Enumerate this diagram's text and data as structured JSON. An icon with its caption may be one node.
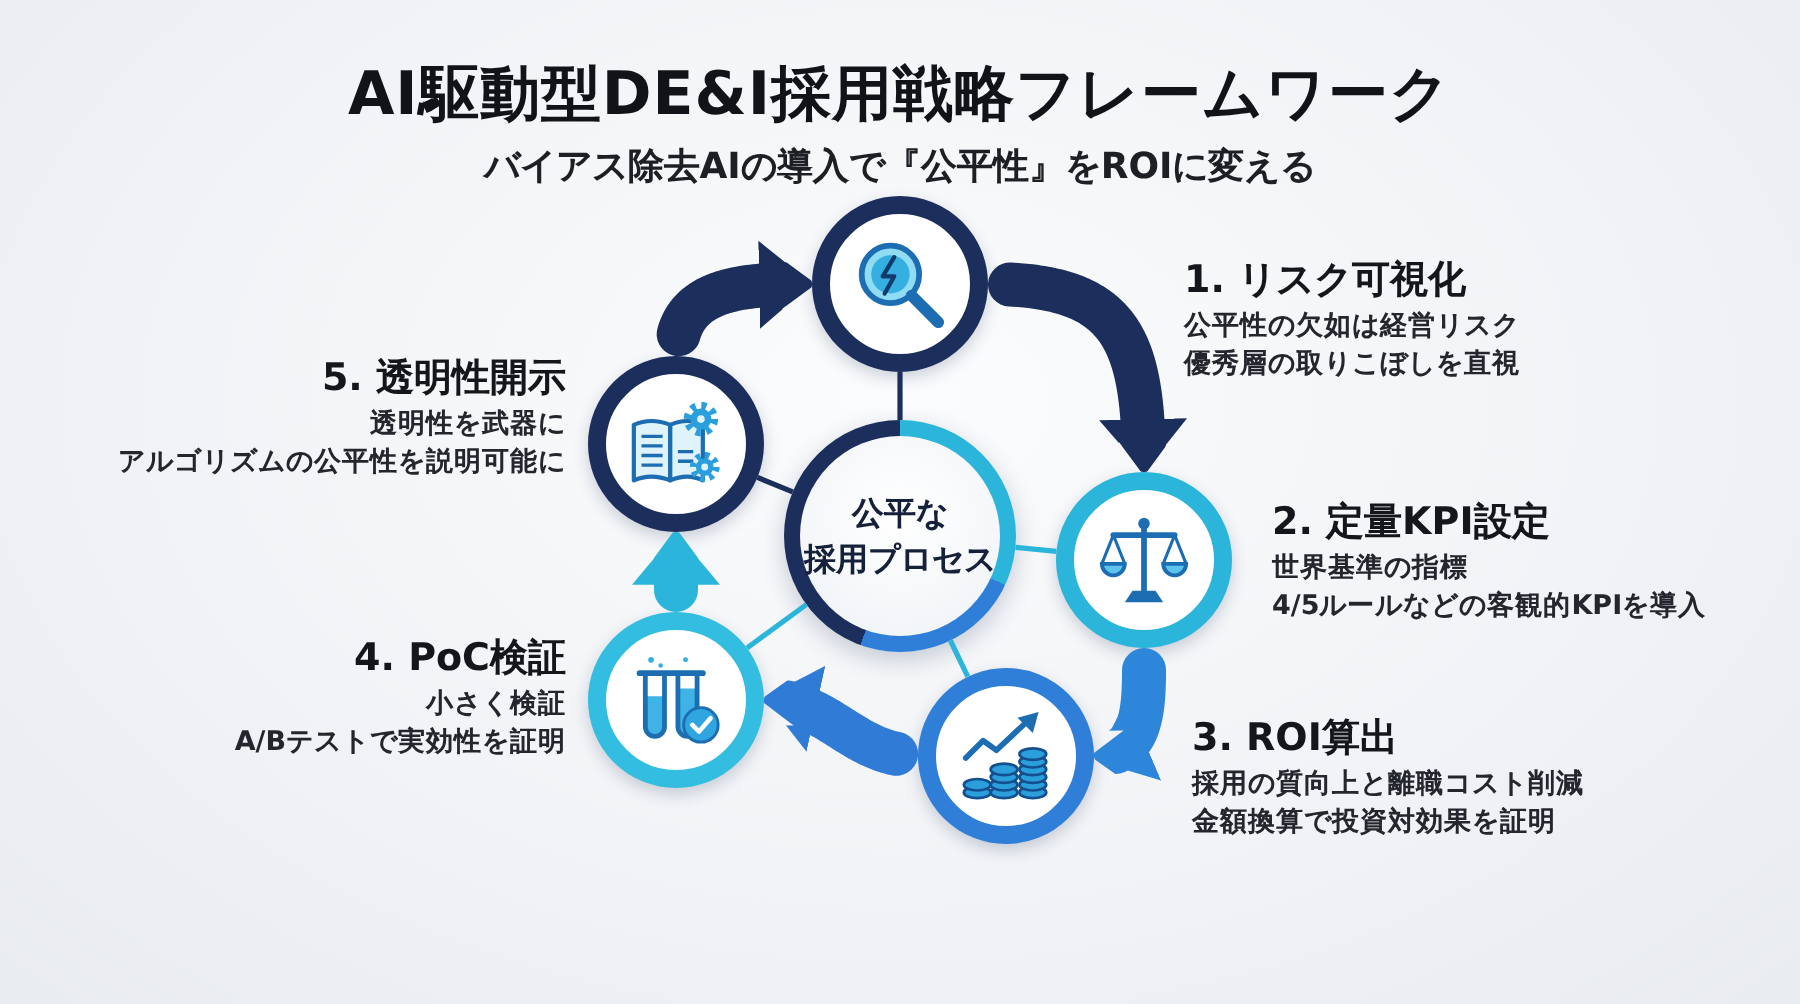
{
  "diagram": {
    "title": "AI駆動型DE&I採用戦略フレームワーク",
    "nodes": [
      {
        "text": [
          "公平な採用プロセス"
        ]
      },
      {
        "text": [],
        "shape": "circle",
        "beside": [
          "1. リスク可視化",
          "公平性の欠如は経営リスク",
          "優秀層の取りこぼしを直視"
        ]
      },
      {
        "text": [],
        "shape": "circle",
        "beside": [
          "2. 定量KPI設定",
          "世界基準の指標",
          "4/5ルールなどの客観的KPIを導入"
        ]
      },
      {
        "text": [],
        "shape": "circle",
        "beside": [
          "3. ROI算出",
          "採用の質向上と離職コスト削減",
          "金額換算で投資対効果を証明"
        ]
      },
      {
        "text": [],
        "shape": "circle",
        "beside": [
          "4. PoC検証",
          "小さく検証",
          "A/Bテストで実効性を証明"
        ]
      },
      {
        "text": [],
        "shape": "circle",
        "beside": [
          "5. 透明性開示",
          "透明性を武器に",
          "アルゴリズムの公平性を説明可能に"
        ]
      }
    ],
    "edges": [
      {
        "from": 1,
        "to": 2,
        "arrow": "to",
        "style": "thick",
        "color": "#1c2e5c"
      },
      {
        "from": 2,
        "to": 3,
        "arrow": "to",
        "style": "thick",
        "color": "#2d86d9"
      },
      {
        "from": 3,
        "to": 4,
        "arrow": "to",
        "style": "thick",
        "color": "#2f7bd6"
      },
      {
        "from": 4,
        "to": 5,
        "arrow": "to",
        "style": "thick",
        "color": "#2cb5da"
      },
      {
        "from": 5,
        "to": 1,
        "arrow": "to",
        "style": "thick",
        "color": "#1c2e5c"
      },
      {
        "from": 0,
        "to": 1,
        "arrow": "none",
        "color": "#1c2e5c"
      },
      {
        "from": 0,
        "to": 2,
        "arrow": "none",
        "color": "#2cb5da"
      },
      {
        "from": 0,
        "to": 3,
        "arrow": "none",
        "color": "#2cb5da"
      },
      {
        "from": 0,
        "to": 4,
        "arrow": "none",
        "color": "#2cb5da"
      },
      {
        "from": 0,
        "to": 5,
        "arrow": "none",
        "color": "#1c2e5c"
      }
    ],
    "labels": [
      "バイアス除去AIの導入で『公平性』をROIに変える"
    ]
  }
}
